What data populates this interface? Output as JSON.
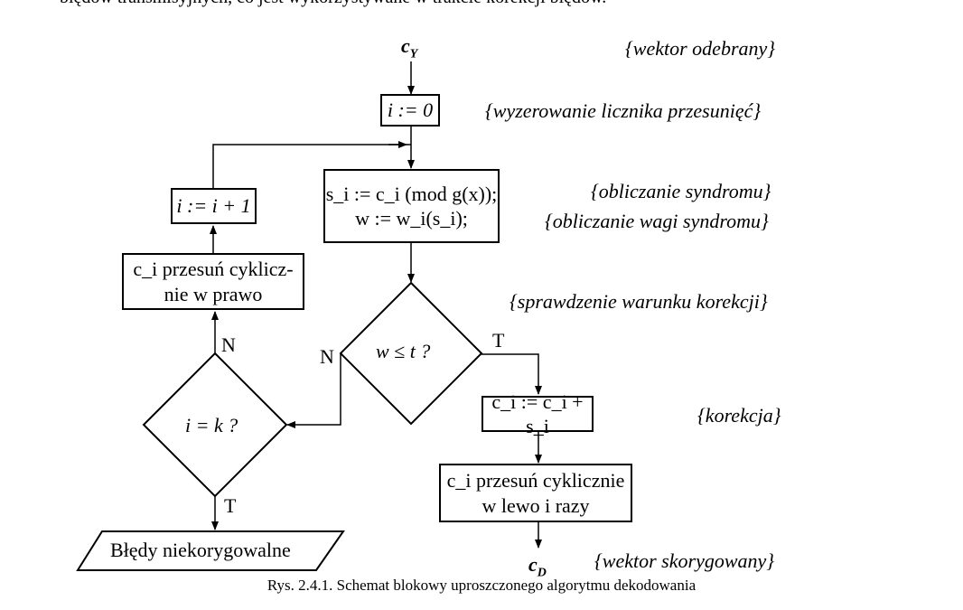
{
  "top_text": "błędów transmisyjnych, co jest wykorzystywane w trakcie korekcji błędów.",
  "input_vector": {
    "symbol": "c",
    "subscript": "Y"
  },
  "output_vector": {
    "symbol": "c",
    "subscript": "D"
  },
  "blocks": {
    "init": "i := 0",
    "syndrome_line1": "s_i := c_i (mod g(x));",
    "syndrome_line2": "w := w_i(s_i);",
    "increment": "i := i + 1",
    "shift_right_line1": "c_i przesuń cyklicz-",
    "shift_right_line2": "nie w prawo",
    "correction": "c_i := c_i + s_i",
    "shift_left_line1": "c_i przesuń cyklicznie",
    "shift_left_line2": "w lewo i razy",
    "errors": "Błędy niekorygowalne"
  },
  "decisions": {
    "weight": "w ≤ t ?",
    "counter": "i = k ?"
  },
  "branch_labels": {
    "weight_true": "T",
    "weight_false": "N",
    "counter_true": "T",
    "counter_false": "N"
  },
  "comments": {
    "received": "{wektor odebrany}",
    "reset": "{wyzerowanie licznika przesunięć}",
    "syndrome": "{obliczanie syndromu}",
    "weight": "{obliczanie wagi syndromu}",
    "check": "{sprawdzenie warunku korekcji}",
    "correction": "{korekcja}",
    "corrected": "{wektor skorygowany}"
  },
  "caption": "Rys. 2.4.1. Schemat blokowy uproszczonego algorytmu dekodowania"
}
